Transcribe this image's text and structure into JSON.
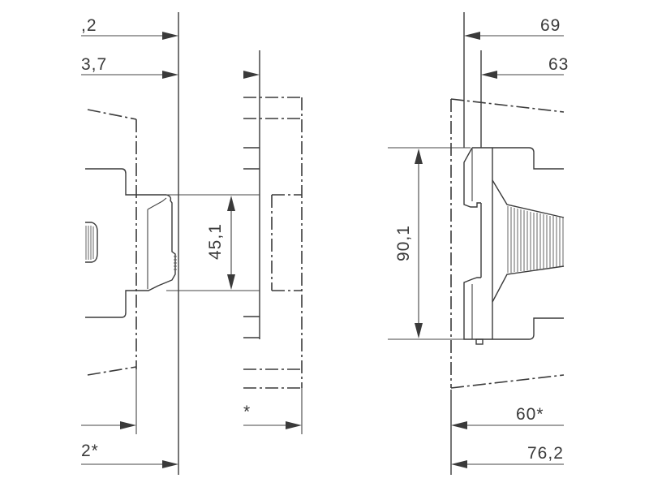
{
  "left_view": {
    "dim_top_1": ",2",
    "dim_top_2": "3,7",
    "dim_height": "45,1",
    "dim_bottom_1": "*",
    "dim_bottom_2": "2*"
  },
  "right_view": {
    "dim_top_1": "69",
    "dim_top_2": "63",
    "dim_height": "90,1",
    "dim_bottom_1": "60*",
    "dim_bottom_2": "76,2"
  }
}
